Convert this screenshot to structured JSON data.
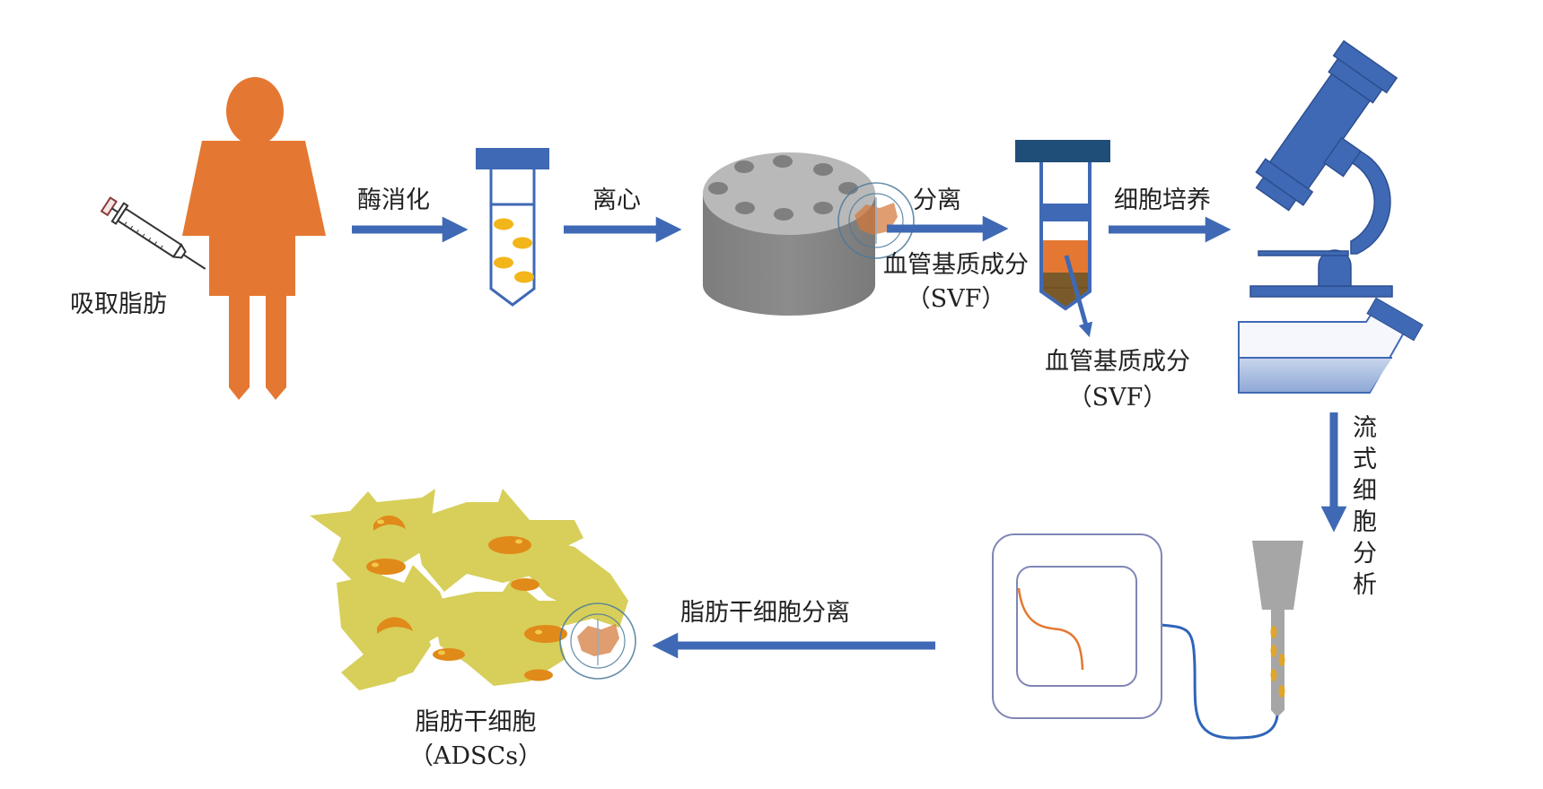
{
  "title": "ADSCs isolation workflow",
  "colors": {
    "arrow_blue": "#3f69b5",
    "person_orange": "#e47832",
    "fat_yellow": "#f2b51a",
    "tube_blue": "#3f69b5",
    "tube_dark_cap": "#1f4e79",
    "svf_orange": "#e47832",
    "svf_brown": "#7a5a2a",
    "centrifuge_gray": "#8a8a8a",
    "cell_yellow": "#d7cf5a",
    "nucleus_orange": "#e08a1a"
  },
  "steps": {
    "aspirate_fat": "吸取脂肪",
    "enzyme_digestion": "酶消化",
    "centrifuge": "离心",
    "separate": "分离",
    "svf_label_1": "血管基质成分",
    "svf_label_1_abbr": "（SVF）",
    "svf_label_2": "血管基质成分",
    "svf_label_2_abbr": "（SVF）",
    "cell_culture": "细胞培养",
    "flow_cytometry": [
      "流式",
      "细胞",
      "分析"
    ],
    "adsc_separation": "脂肪干细胞分离",
    "adsc_name": "脂肪干细胞",
    "adsc_abbr": "（ADSCs）"
  },
  "icons": {
    "person": "person-silhouette-icon",
    "syringe": "syringe-icon",
    "tube_1": "test-tube-icon",
    "centrifuge": "centrifuge-rotor-icon",
    "tube_2": "layered-tube-icon",
    "microscope": "microscope-icon",
    "culture_flask": "culture-flask-icon",
    "flow_nozzle": "flow-cytometer-nozzle-icon",
    "monitor": "monitor-curve-icon",
    "stem_cells": "stem-cells-icon",
    "watermark": "watermark-seal-icon"
  }
}
